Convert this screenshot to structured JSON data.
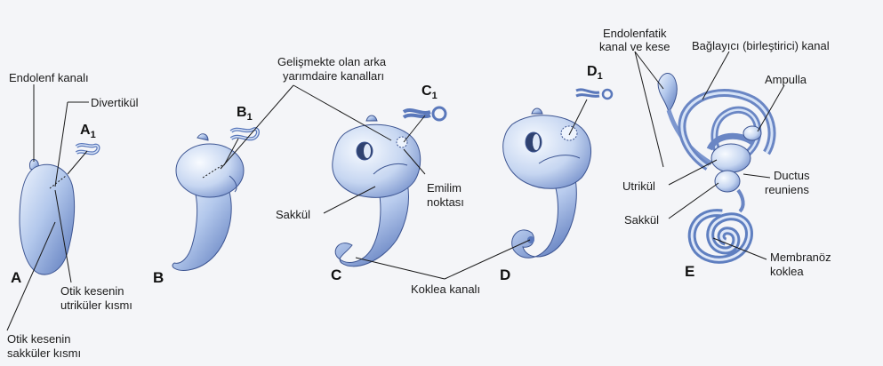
{
  "stages": {
    "a": "A",
    "a1_letter": "A",
    "a1_index": "1",
    "b": "B",
    "b1_letter": "B",
    "b1_index": "1",
    "c": "C",
    "c1_letter": "C",
    "c1_index": "1",
    "d": "D",
    "d1_letter": "D",
    "d1_index": "1",
    "e": "E"
  },
  "labels": {
    "endolenf_kanali": "Endolenf kanalı",
    "divertikul": "Divertikül",
    "otik_utrikuler_1": "Otik kesenin",
    "otik_utrikuler_2": "utriküler kısmı",
    "otik_sakkuler_1": "Otik kesenin",
    "otik_sakkuler_2": "sakküler kısmı",
    "gelismekte_1": "Gelişmekte olan arka",
    "gelismekte_2": "yarımdaire kanalları",
    "sakkul_c": "Sakkül",
    "emilim_1": "Emilim",
    "emilim_2": "noktası",
    "koklea_kanali": "Koklea kanalı",
    "endolenfatik_1": "Endolenfatik",
    "endolenfatik_2": "kanal ve kese",
    "baglayici": "Bağlayıcı (birleştirici) kanal",
    "ampulla": "Ampulla",
    "utrikul": "Utrikül",
    "ductus_1": "Ductus",
    "ductus_2": "reuniens",
    "sakkul_e": "Sakkül",
    "membranoz_1": "Membranöz",
    "membranoz_2": "koklea"
  },
  "colors": {
    "tissue_light": "#e8f0fb",
    "tissue_mid": "#a9c2ea",
    "tissue_dark": "#5f7fc0",
    "outline": "#3d5592",
    "leader": "#1a1a1a"
  }
}
